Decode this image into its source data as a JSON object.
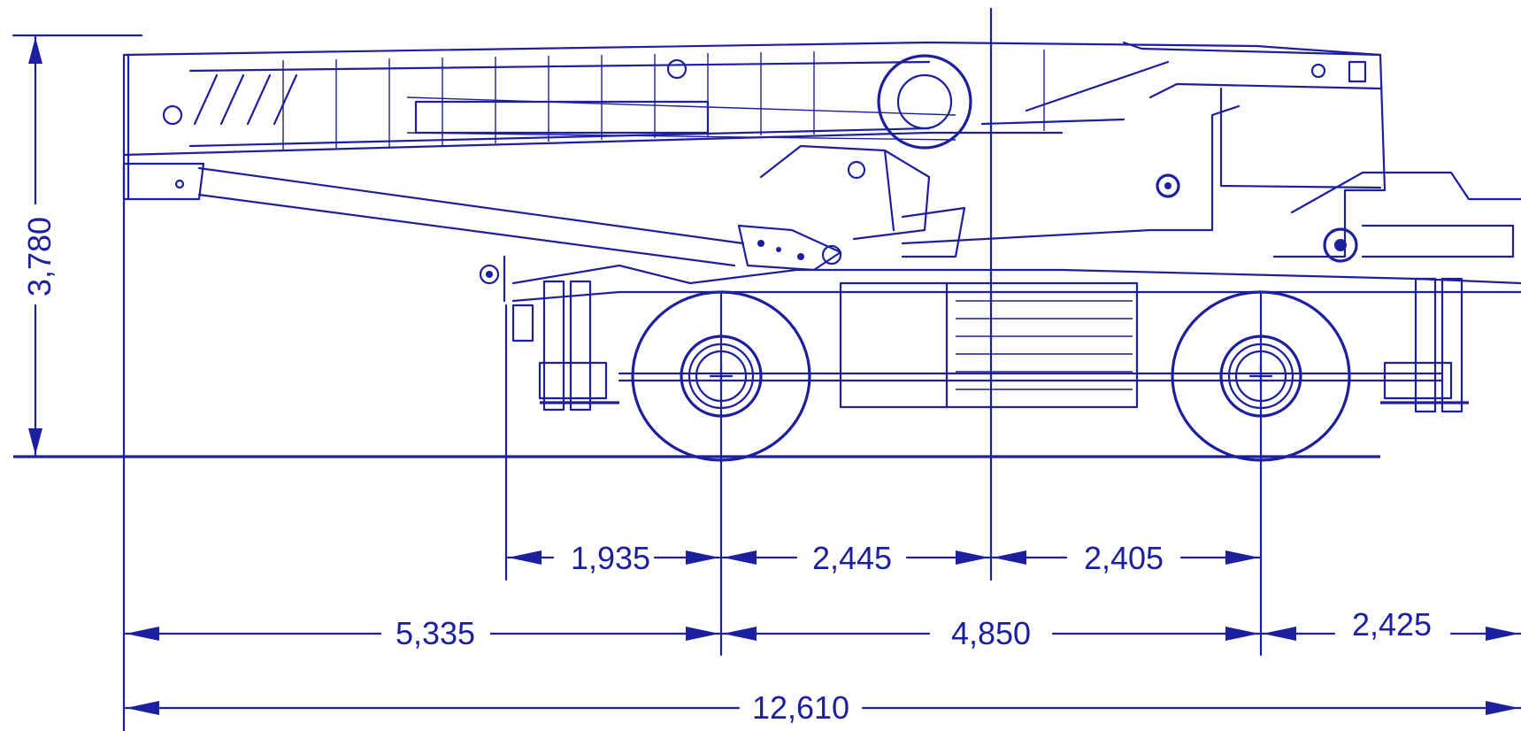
{
  "colors": {
    "ink": "#1c1f9e",
    "paper": "#ffffff"
  },
  "dimensions": {
    "overall_height": "3,780",
    "front_outrigger_to_front_axle": "1,935",
    "front_axle_to_slew_center": "2,445",
    "slew_center_to_rear_axle": "2,405",
    "front_overhang": "5,335",
    "wheelbase": "4,850",
    "rear_overhang": "2,425",
    "overall_length": "12,610"
  }
}
